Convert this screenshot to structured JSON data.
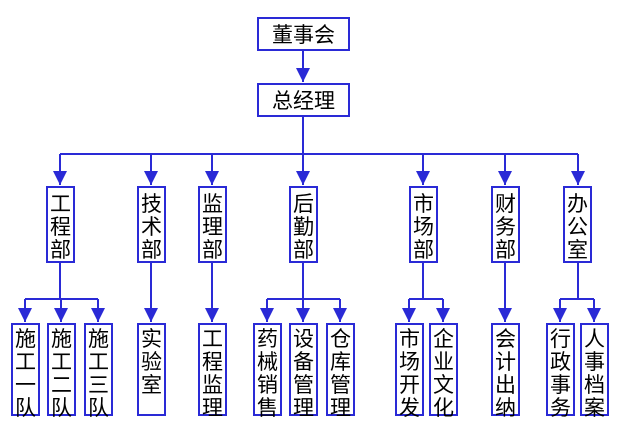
{
  "org": {
    "top": "董事会",
    "gm": "总经理",
    "departments": [
      {
        "name": "工程部",
        "units": [
          "施工一队",
          "施工二队",
          "施工三队"
        ]
      },
      {
        "name": "技术部",
        "units": [
          "实验室"
        ]
      },
      {
        "name": "监理部",
        "units": [
          "工程监理"
        ]
      },
      {
        "name": "后勤部",
        "units": [
          "药械销售",
          "设备管理",
          "仓库管理"
        ]
      },
      {
        "name": "市场部",
        "units": [
          "市场开发",
          "企业文化"
        ]
      },
      {
        "name": "财务部",
        "units": [
          "会计出纳"
        ]
      },
      {
        "name": "办公室",
        "units": [
          "行政事务",
          "人事档案"
        ]
      }
    ]
  },
  "colors": {
    "line": "#2a2ad6",
    "box_fill": "#ffffff",
    "text": "#000000"
  }
}
